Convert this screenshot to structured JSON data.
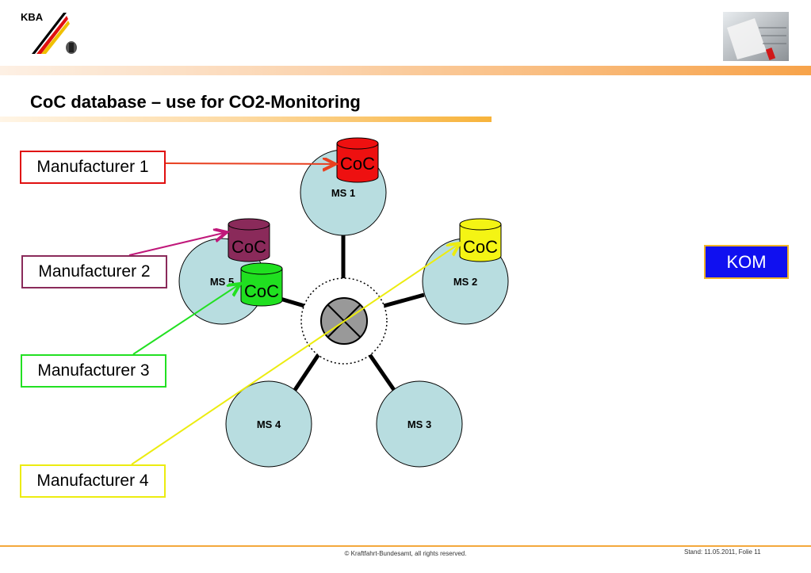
{
  "header": {
    "logo_text": "KBA",
    "title": "CoC database – use for CO2-Monitoring"
  },
  "manufacturers": [
    {
      "label": "Manufacturer 1",
      "color": "#e01010"
    },
    {
      "label": "Manufacturer 2",
      "color": "#8a2a5a"
    },
    {
      "label": "Manufacturer 3",
      "color": "#22e022"
    },
    {
      "label": "Manufacturer 4",
      "color": "#ecec10"
    }
  ],
  "member_states": [
    {
      "label": "MS 1"
    },
    {
      "label": "MS 2"
    },
    {
      "label": "MS 3"
    },
    {
      "label": "MS 4"
    },
    {
      "label": "MS 5"
    }
  ],
  "databases": [
    {
      "label": "CoC",
      "color": "#ee1010"
    },
    {
      "label": "CoC",
      "color": "#8a2a5a"
    },
    {
      "label": "CoC",
      "color": "#20e020"
    },
    {
      "label": "CoC",
      "color": "#f4f414"
    }
  ],
  "kom_label": "KOM",
  "footer": {
    "copyright": "© Kraftfahrt-Bundesamt, all rights reserved.",
    "stand": "Stand: 11.05.2011, Folie 11"
  }
}
